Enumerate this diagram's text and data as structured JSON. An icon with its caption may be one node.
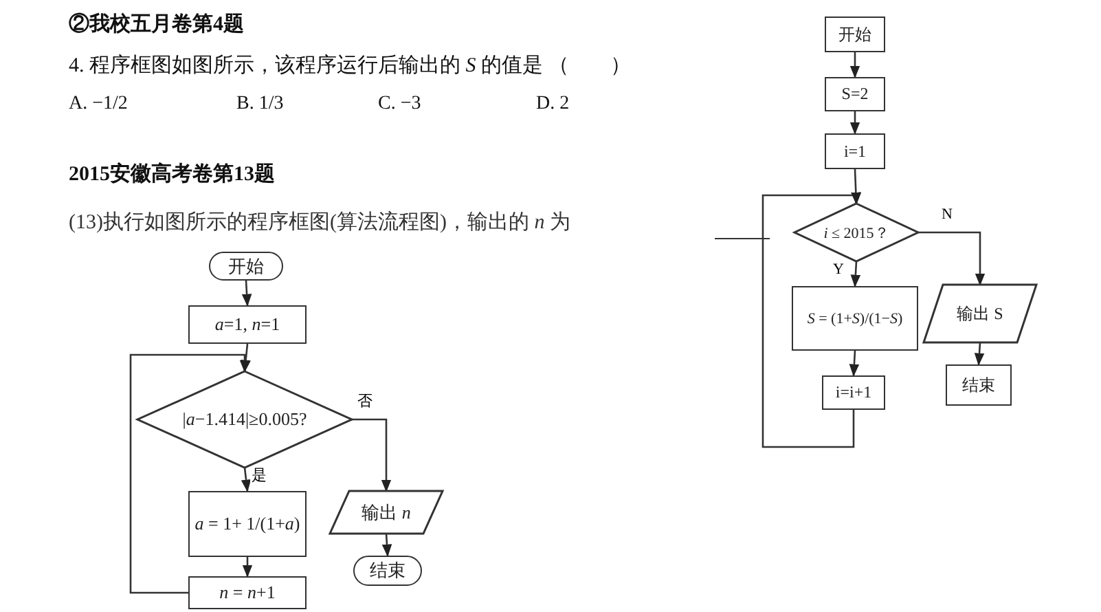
{
  "diagram": {
    "nodes": [
      {
        "text": [
          "开始"
        ]
      },
      {
        "text": [
          "S=2"
        ]
      },
      {
        "text": [
          "i=1"
        ]
      },
      {
        "text": [
          "*i* ≤ 2015？"
        ]
      },
      {
        "text": [
          "*S* = (1+*S*)/(1−*S*)"
        ]
      },
      {
        "text": [
          "i=i+1"
        ]
      },
      {
        "text": [
          "输出 S"
        ]
      },
      {
        "text": [
          "结束"
        ]
      },
      {
        "text": [
          "开始"
        ]
      },
      {
        "text": [
          "*a*=1, *n*=1"
        ]
      },
      {
        "text": [
          "|*a*−1.414|≥0.005?"
        ]
      },
      {
        "text": [
          "*a* = 1+ 1/(1+*a*)"
        ]
      },
      {
        "text": [
          "*n* = *n*+1"
        ]
      },
      {
        "text": [
          "输出 *n*"
        ]
      },
      {
        "text": [
          "结束"
        ]
      }
    ],
    "edges": [
      {
        "from": 0,
        "to": 1,
        "arrow": "to"
      },
      {
        "from": 1,
        "to": 2,
        "arrow": "to"
      },
      {
        "from": 2,
        "to": 3,
        "arrow": "to"
      },
      {
        "from": 3,
        "to": 4,
        "arrow": "to",
        "label": "Y"
      },
      {
        "from": 4,
        "to": 5,
        "arrow": "to"
      },
      {
        "from": 5,
        "to": 3,
        "arrow": "to"
      },
      {
        "from": 3,
        "to": 6,
        "arrow": "to",
        "label": "N"
      },
      {
        "from": 6,
        "to": 7,
        "arrow": "to"
      },
      {
        "from": 8,
        "to": 9,
        "arrow": "to"
      },
      {
        "from": 9,
        "to": 10,
        "arrow": "to"
      },
      {
        "from": 10,
        "to": 11,
        "arrow": "to",
        "label": "是"
      },
      {
        "from": 11,
        "to": 12,
        "arrow": "to"
      },
      {
        "from": 12,
        "to": 10,
        "arrow": "to"
      },
      {
        "from": 10,
        "to": 13,
        "arrow": "to",
        "label": "否"
      },
      {
        "from": 13,
        "to": 14,
        "arrow": "to"
      }
    ],
    "labels": [
      "②我校五月卷第4题",
      "4. 程序框图如图所示，该程序运行后输出的 *S* 的值是 （　　）",
      "A. −1/2",
      "B. 1/3",
      "C. −3",
      "D. 2",
      "2015安徽高考卷第13题",
      "(13)执行如图所示的程序框图(算法流程图)，输出的 *n* 为"
    ]
  }
}
